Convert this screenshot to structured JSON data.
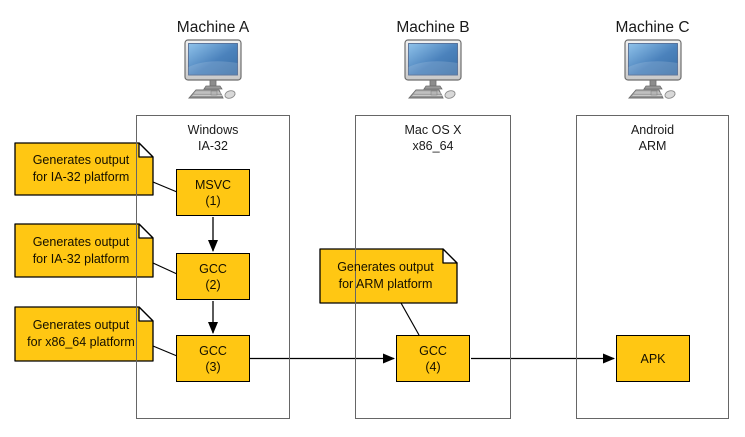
{
  "diagram": {
    "machines": [
      {
        "title": "Machine A",
        "os_line1": "Windows",
        "os_line2": "IA-32"
      },
      {
        "title": "Machine B",
        "os_line1": "Mac OS X",
        "os_line2": "x86_64"
      },
      {
        "title": "Machine C",
        "os_line1": "Android",
        "os_line2": "ARM"
      }
    ],
    "nodes": [
      {
        "id": "msvc-1",
        "line1": "MSVC",
        "line2": "(1)"
      },
      {
        "id": "gcc-2",
        "line1": "GCC",
        "line2": "(2)"
      },
      {
        "id": "gcc-3",
        "line1": "GCC",
        "line2": "(3)"
      },
      {
        "id": "gcc-4",
        "line1": "GCC",
        "line2": "(4)"
      },
      {
        "id": "apk",
        "line1": "APK",
        "line2": ""
      }
    ],
    "notes": [
      {
        "line1": "Generates output",
        "line2": "for IA-32 platform"
      },
      {
        "line1": "Generates output",
        "line2": "for IA-32 platform"
      },
      {
        "line1": "Generates output",
        "line2": "for x86_64 platform"
      },
      {
        "line1": "Generates output",
        "line2": "for ARM platform"
      }
    ],
    "colors": {
      "node_fill": "#FFC713",
      "node_border": "#000000",
      "container_border": "#666666",
      "note_fold": "#FFFFFF",
      "screen_blue": "#4B82BC"
    }
  }
}
